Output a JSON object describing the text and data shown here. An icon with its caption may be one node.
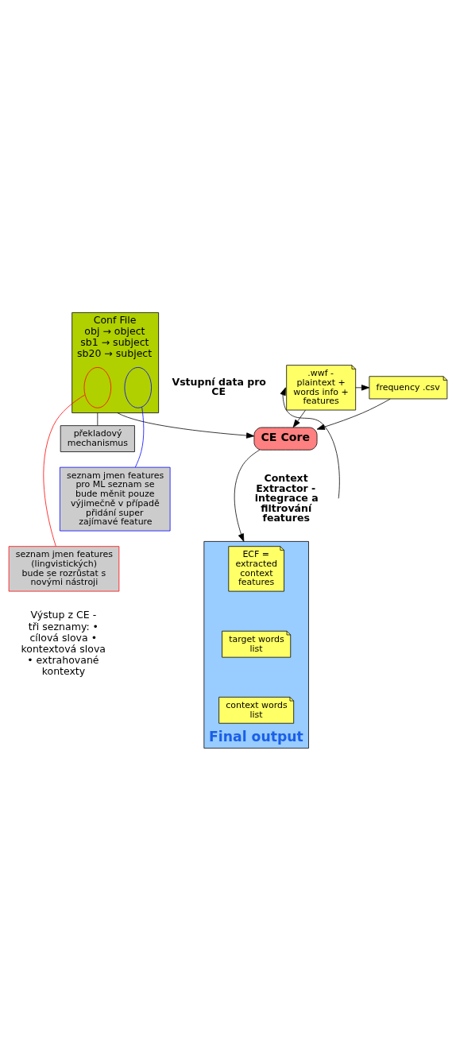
{
  "diagram": {
    "nodes": [
      {
        "text": [
          ".wwf - plaintext + words info + features"
        ],
        "beside": [
          "Vstupní data pro CE"
        ]
      },
      {
        "text": [
          "frequency .csv"
        ]
      },
      {
        "text": [
          "Conf File",
          "obj → object sb1 → subject sb20 → subject"
        ]
      },
      {
        "text": [],
        "shape": "ellipse",
        "in": 2
      },
      {
        "text": [],
        "shape": "ellipse",
        "in": 2
      },
      {
        "text": [
          "CE Core"
        ],
        "beside": [
          "Context Extractor - integrace a filtrování features"
        ]
      },
      {
        "text": [
          "překladový mechanismus"
        ]
      },
      {
        "text": [
          "seznam jmen features pro ML seznam se bude měnit pouze výjimečně v případě přidání super zajímavé feature"
        ]
      },
      {
        "text": [
          "seznam jmen features (lingvistických) bude se rozrůstat s novými nástroji"
        ]
      },
      {
        "text": [
          "Final output"
        ]
      },
      {
        "text": [
          "ECF = extracted context features"
        ],
        "in": 9
      },
      {
        "text": [
          "target words list"
        ],
        "in": 9
      },
      {
        "text": [
          "context words list"
        ],
        "in": 9
      }
    ],
    "edges": [
      {
        "from": 0,
        "to": 1,
        "arrow": "to"
      },
      {
        "from": 0,
        "to": 5,
        "arrow": "to"
      },
      {
        "from": 1,
        "to": 5,
        "arrow": "to"
      },
      {
        "from": 2,
        "to": 5,
        "arrow": "to"
      },
      {
        "from": null,
        "to": 0,
        "arrow": "to"
      },
      {
        "from": 5,
        "to": 9,
        "arrow": "to"
      },
      {
        "from": 2,
        "to": 6,
        "arrow": "none"
      },
      {
        "from": 4,
        "to": 7,
        "arrow": "none",
        "color": "#0000ff"
      },
      {
        "from": 3,
        "to": 8,
        "arrow": "none",
        "color": "#ff0000"
      }
    ],
    "labels": [
      "Výstup z CE - tři seznamy: • cílová slova • kontextová slova • extrahované kontexty"
    ]
  }
}
